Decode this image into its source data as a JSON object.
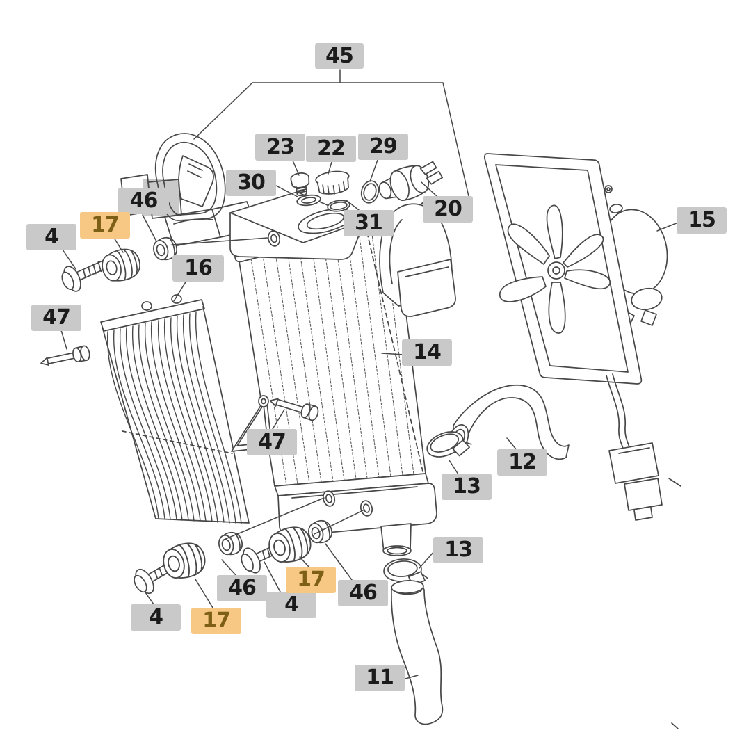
{
  "diagram": {
    "type": "exploded-parts-diagram",
    "subject": "Radiator and cooling fan assembly",
    "colors": {
      "callout_bg": "#c9c9c9",
      "callout_text": "#1b1b1b",
      "highlight_bg": "#f6c884",
      "highlight_text": "#7e5f16",
      "line": "#474747",
      "background": "#ffffff"
    },
    "callouts": [
      {
        "text": "45",
        "highlighted": false
      },
      {
        "text": "23",
        "highlighted": false
      },
      {
        "text": "22",
        "highlighted": false
      },
      {
        "text": "29",
        "highlighted": false
      },
      {
        "text": "30",
        "highlighted": false
      },
      {
        "text": "20",
        "highlighted": false
      },
      {
        "text": "31",
        "highlighted": false
      },
      {
        "text": "15",
        "highlighted": false
      },
      {
        "text": "46",
        "highlighted": false
      },
      {
        "text": "17",
        "highlighted": true
      },
      {
        "text": "4",
        "highlighted": false
      },
      {
        "text": "16",
        "highlighted": false
      },
      {
        "text": "47",
        "highlighted": false
      },
      {
        "text": "14",
        "highlighted": false
      },
      {
        "text": "47",
        "highlighted": false
      },
      {
        "text": "12",
        "highlighted": false
      },
      {
        "text": "13",
        "highlighted": false
      },
      {
        "text": "13",
        "highlighted": false
      },
      {
        "text": "11",
        "highlighted": false
      },
      {
        "text": "4",
        "highlighted": false
      },
      {
        "text": "17",
        "highlighted": true
      },
      {
        "text": "46",
        "highlighted": false
      },
      {
        "text": "4",
        "highlighted": false
      },
      {
        "text": "17",
        "highlighted": true
      },
      {
        "text": "46",
        "highlighted": false
      }
    ]
  }
}
